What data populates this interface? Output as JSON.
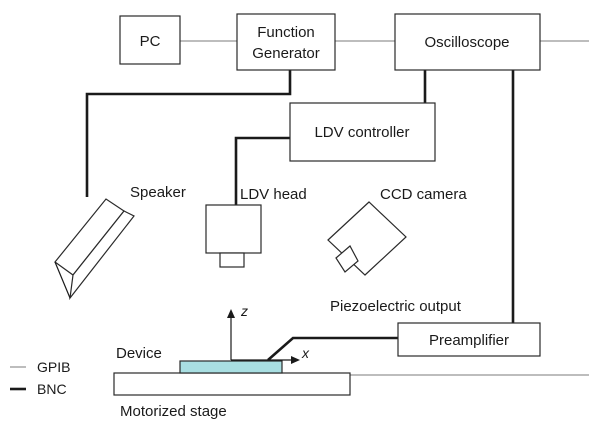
{
  "boxes": {
    "pc": "PC",
    "function_generator_line1": "Function",
    "function_generator_line2": "Generator",
    "oscilloscope": "Oscilloscope",
    "ldv_controller": "LDV controller",
    "preamplifier": "Preamplifier"
  },
  "labels": {
    "speaker": "Speaker",
    "ldv_head": "LDV head",
    "ccd_camera": "CCD camera",
    "piezo_output": "Piezoelectric output",
    "device": "Device",
    "motorized_stage": "Motorized stage",
    "axis_z": "z",
    "axis_x": "x"
  },
  "legend": [
    {
      "label": "GPIB",
      "style": "gpib"
    },
    {
      "label": "BNC",
      "style": "bnc"
    }
  ],
  "colors": {
    "gpib_line": "#bdbdbd",
    "bnc_line": "#1a1a1a",
    "device_fill": "#a9dfe2"
  }
}
